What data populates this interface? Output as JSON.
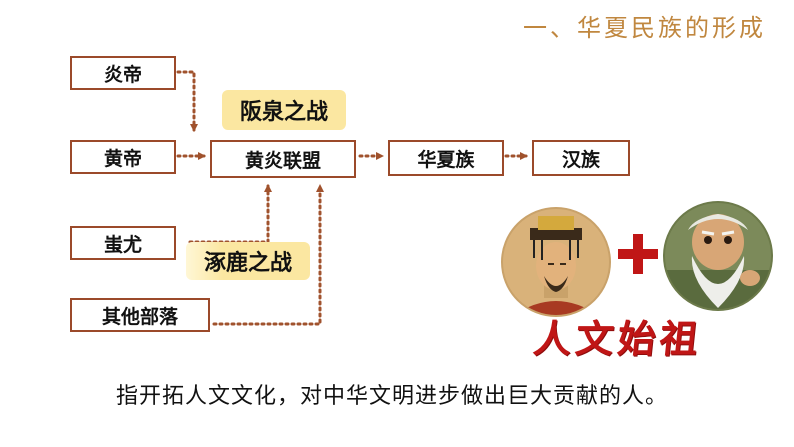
{
  "header": {
    "title": "一、华夏民族的形成"
  },
  "diagram": {
    "nodes": {
      "yandi": "炎帝",
      "huangdi": "黄帝",
      "chiyou": "蚩尤",
      "other_tribes": "其他部落",
      "alliance": "黄炎联盟",
      "huaxia": "华夏族",
      "han": "汉族"
    },
    "battles": {
      "banquan": "阪泉之战",
      "zhuolu": "涿鹿之战"
    }
  },
  "figure": {
    "seal_text": "人文始祖"
  },
  "caption": "指开拓人文文化，对中华文明进步做出巨大贡献的人。",
  "colors": {
    "border": "#9b4a2a",
    "arrow": "#a0522d",
    "highlight": "#fbe7a1",
    "title": "#c0873f",
    "plus": "#c01616"
  }
}
